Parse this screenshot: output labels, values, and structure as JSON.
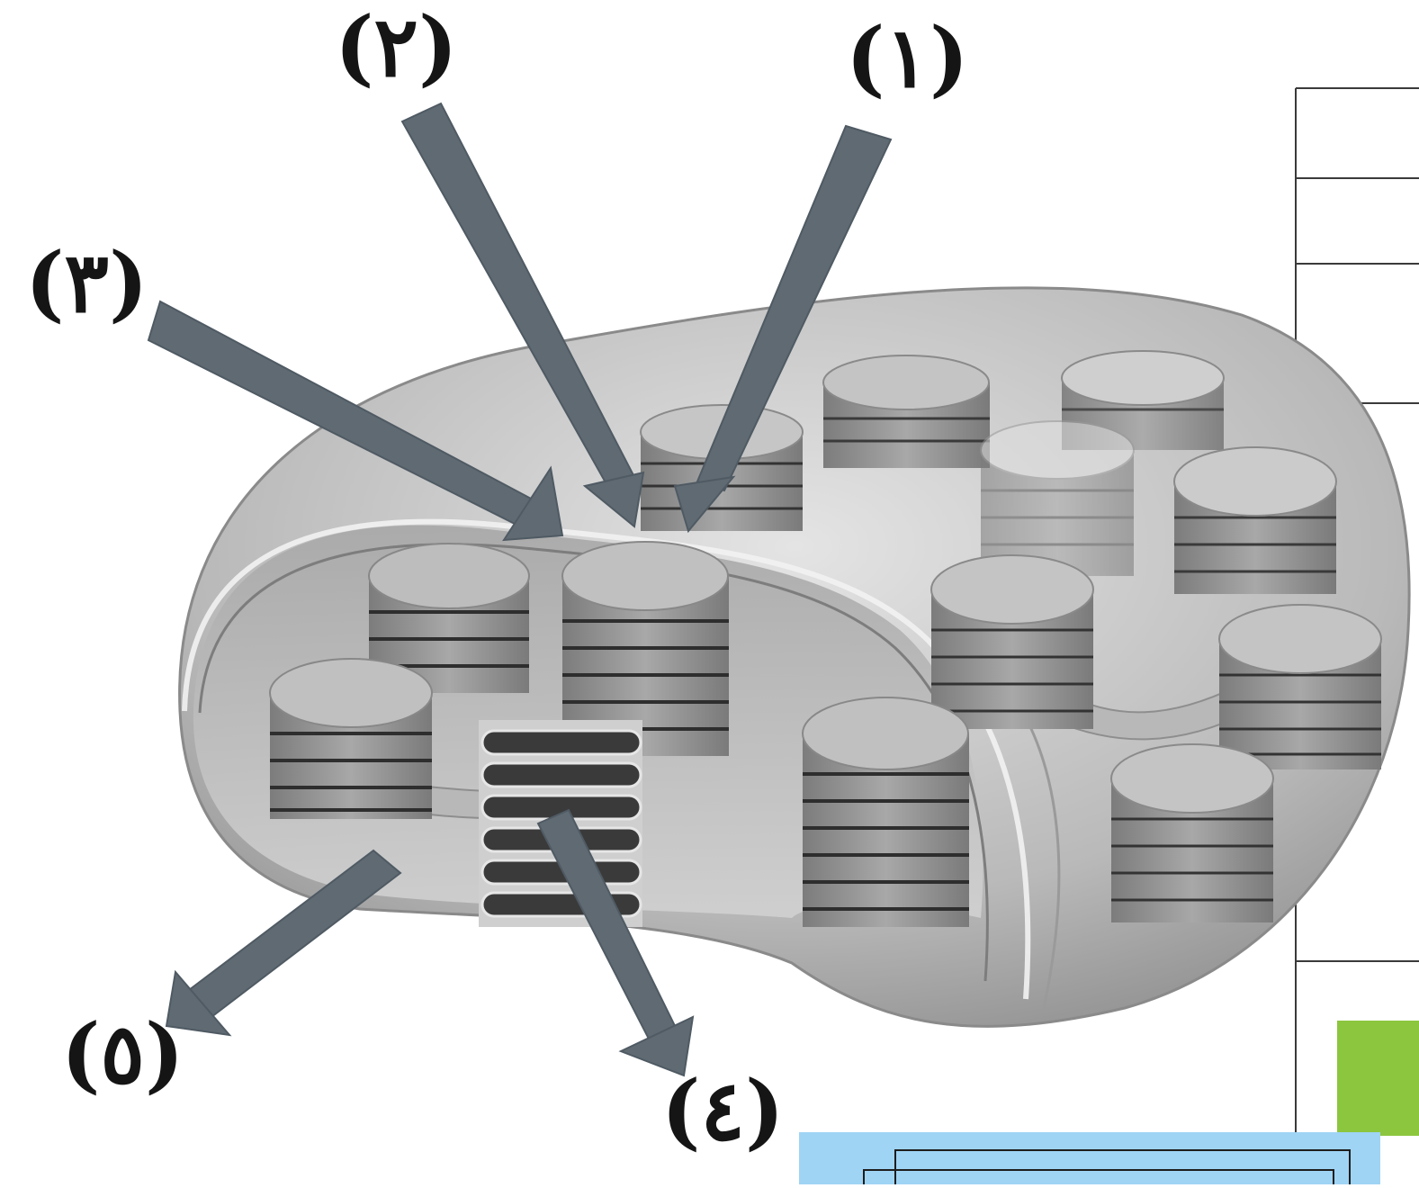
{
  "labels": {
    "part_1": "(١)",
    "part_2": "(٢)",
    "part_3": "(٣)",
    "part_4": "(٤)",
    "part_5": "(٥)"
  },
  "colors": {
    "arrow": "#5f6a73",
    "body_light": "#dcdcdc",
    "body_dark": "#8d8d8d",
    "disc_top": "#bdbdbd",
    "disc_side": "#8a8a8a",
    "disc_line": "#2e2e2e",
    "green_block": "#8cc63f",
    "blue_panel": "#9fd4f5"
  }
}
